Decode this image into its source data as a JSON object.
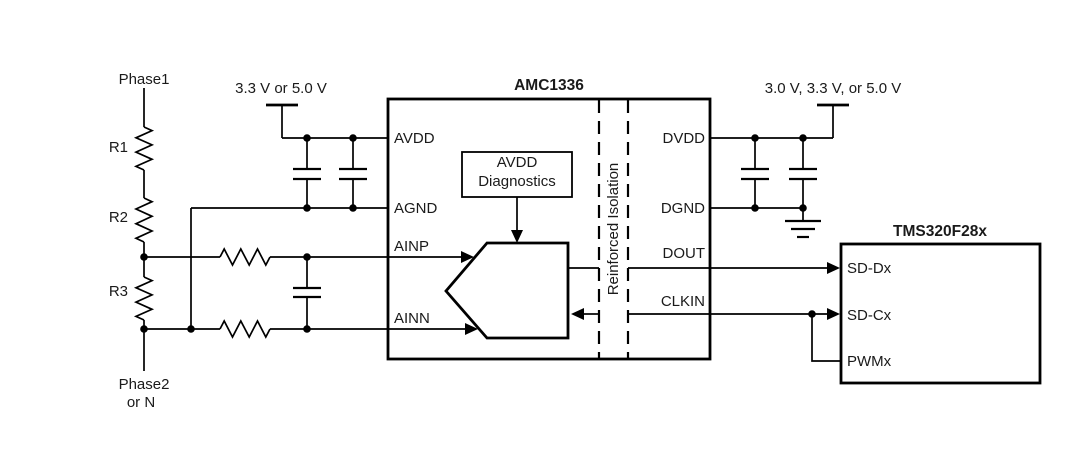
{
  "diagram": {
    "inputs": {
      "phase1_label": "Phase1",
      "phase2_label_line1": "Phase2",
      "phase2_label_line2": "or N",
      "r1_label": "R1",
      "r2_label": "R2",
      "r3_label": "R3"
    },
    "supplies": {
      "analog_label": "3.3 V or 5.0 V",
      "digital_label": "3.0 V, 3.3 V, or 5.0 V"
    },
    "amc1336": {
      "title": "AMC1336",
      "pin_avdd": "AVDD",
      "pin_agnd": "AGND",
      "pin_ainp": "AINP",
      "pin_ainn": "AINN",
      "pin_dvdd": "DVDD",
      "pin_dgnd": "DGND",
      "pin_dout": "DOUT",
      "pin_clkin": "CLKIN",
      "diagnostics_label_line1": "AVDD",
      "diagnostics_label_line2": "Diagnostics",
      "isolation_label": "Reinforced Isolation"
    },
    "mcu": {
      "title": "TMS320F28x",
      "pin_sd_d": "SD-Dx",
      "pin_sd_c": "SD-Cx",
      "pin_pwm": "PWMx"
    },
    "colors": {
      "line": "#000000",
      "text": "#1a1a1a",
      "background": "#ffffff"
    }
  }
}
